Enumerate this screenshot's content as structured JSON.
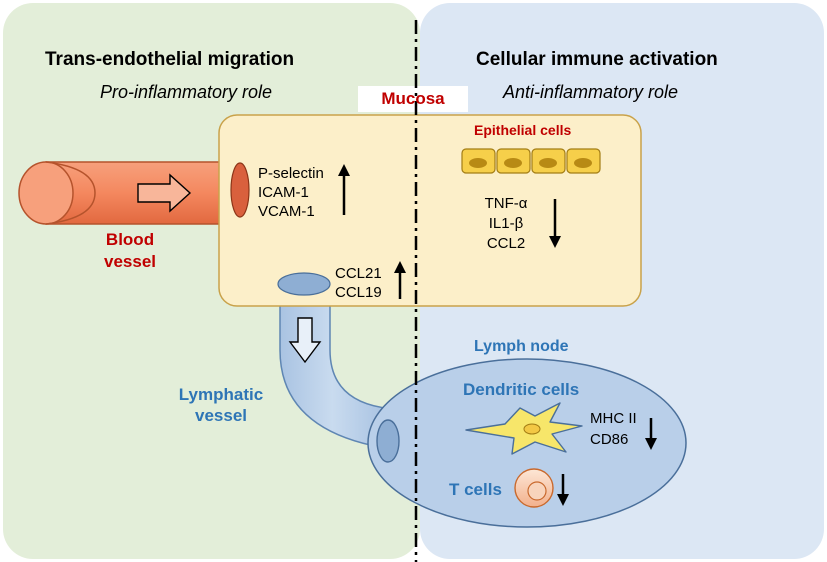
{
  "left_panel": {
    "title": "Trans-endothelial migration",
    "subtitle": "Pro-inflammatory role",
    "blood_vessel_label_1": "Blood",
    "blood_vessel_label_2": "vessel",
    "lymphatic_label_1": "Lymphatic",
    "lymphatic_label_2": "vessel"
  },
  "right_panel": {
    "title": "Cellular immune activation",
    "subtitle": "Anti-inflammatory role"
  },
  "mucosa": {
    "label": "Mucosa",
    "adhesion_molecules": [
      "P-selectin",
      "ICAM-1",
      "VCAM-1"
    ],
    "chemokines": [
      "CCL21",
      "CCL19"
    ],
    "epithelial_label": "Epithelial cells",
    "cytokines": [
      "TNF-α",
      "IL1-β",
      "CCL2"
    ]
  },
  "lymph_node": {
    "label": "Lymph node",
    "dendritic_label": "Dendritic cells",
    "markers": [
      "MHC II",
      "CD86"
    ],
    "t_cells_label": "T cells"
  },
  "arrows": {
    "adhesion": "up",
    "chemokines": "up",
    "cytokines": "down",
    "markers": "down",
    "t_cells": "down"
  },
  "colors": {
    "left_bg": "#e3eed9",
    "right_bg": "#dce7f4",
    "mucosa_fill": "#fcefc9",
    "blood_vessel": "#f4885f",
    "lymph": "#bad0ea",
    "red_text": "#c00000",
    "blue_text": "#2e75b6"
  }
}
